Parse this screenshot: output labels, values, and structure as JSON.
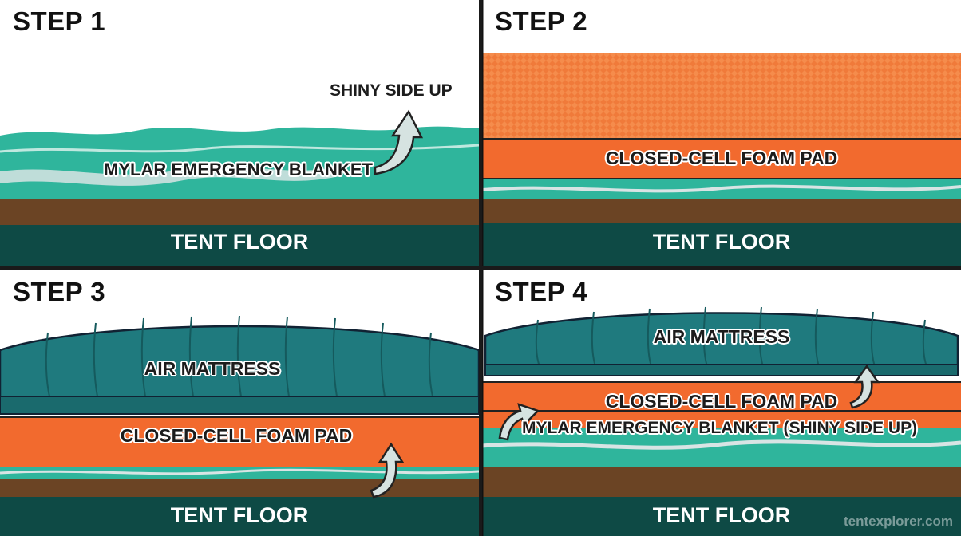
{
  "steps": [
    {
      "title": "STEP 1",
      "labels": {
        "shiny": "SHINY SIDE UP",
        "mylar": "MYLAR EMERGENCY BLANKET",
        "floor": "TENT FLOOR"
      }
    },
    {
      "title": "STEP 2",
      "labels": {
        "foam": "CLOSED-CELL FOAM PAD",
        "floor": "TENT FLOOR"
      }
    },
    {
      "title": "STEP 3",
      "labels": {
        "mattress": "AIR MATTRESS",
        "foam": "CLOSED-CELL FOAM PAD",
        "floor": "TENT FLOOR"
      }
    },
    {
      "title": "STEP 4",
      "labels": {
        "mattress": "AIR MATTRESS",
        "foam": "CLOSED-CELL FOAM PAD",
        "mylar": "MYLAR EMERGENCY BLANKET (SHINY SIDE UP)",
        "floor": "TENT FLOOR"
      }
    }
  ],
  "watermark": "tentexplorer.com",
  "colors": {
    "foam": "#f26a2e",
    "mylar": "#2fb59c",
    "soil": "#6b4424",
    "floor": "#0e4a45",
    "mattress": "#1f7a7e"
  }
}
